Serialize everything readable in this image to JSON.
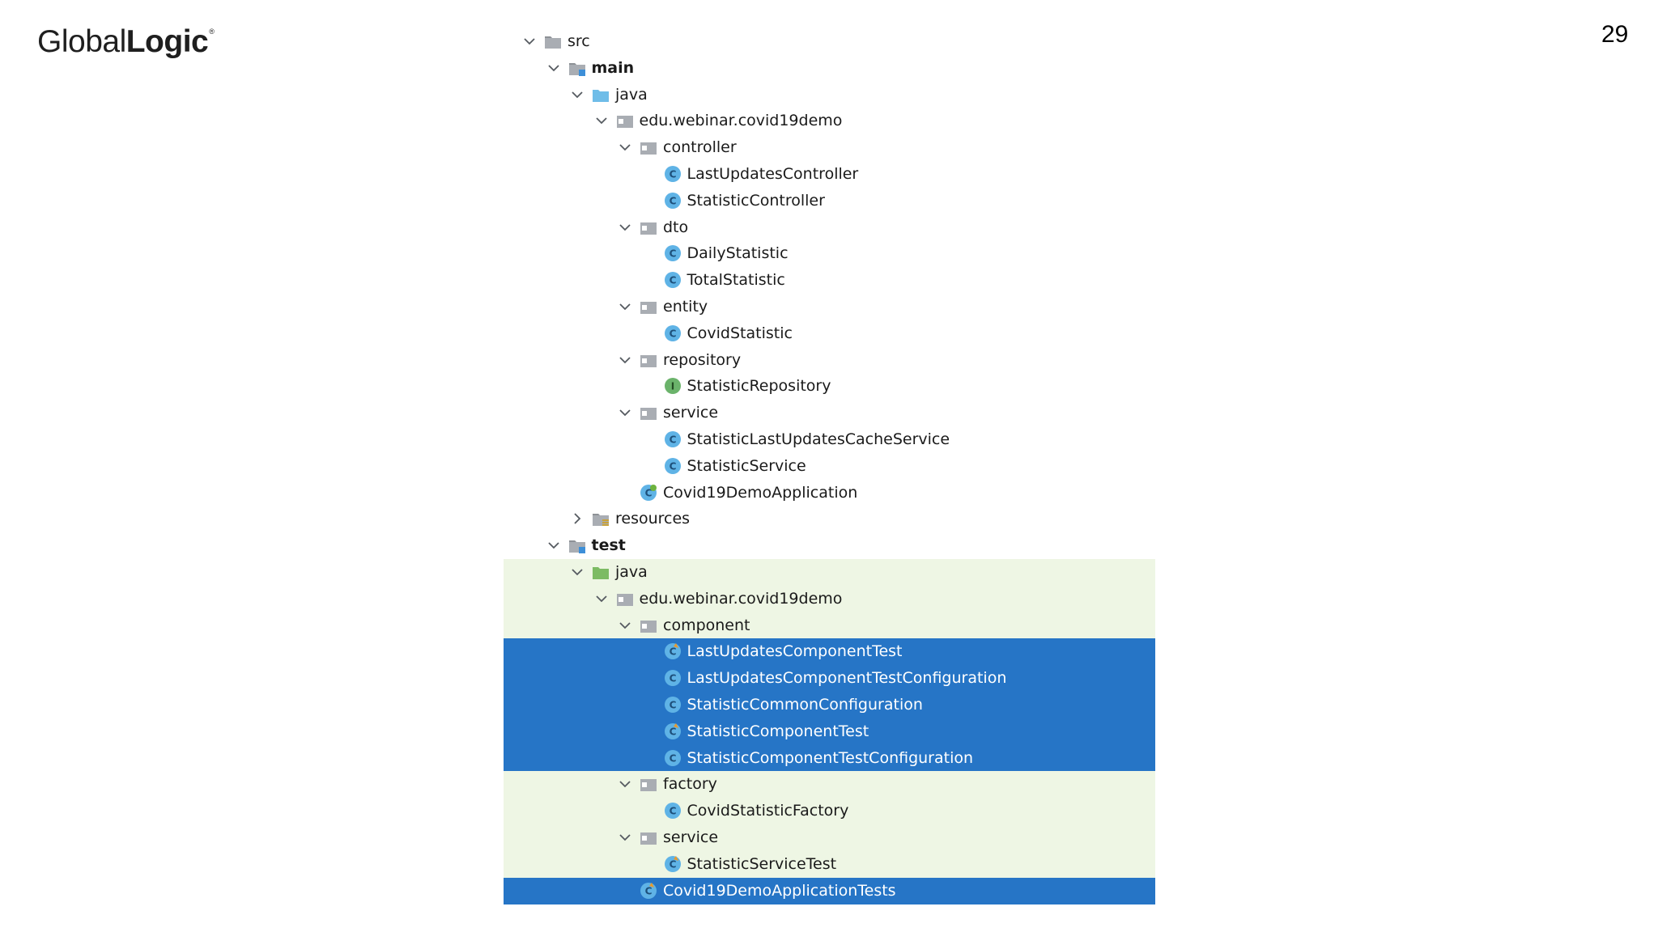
{
  "header": {
    "logo_part1": "Global",
    "logo_part2": "Logic",
    "page_number": "29"
  },
  "colors": {
    "selection": "#2675c6",
    "test_bg": "#eef6e4",
    "class_icon": "#5fb3e6",
    "interface_icon": "#6bb36b",
    "folder": "#a9adb3"
  },
  "tree": [
    {
      "label": "src",
      "depth": 0,
      "toggle": "expanded",
      "icon": "folder-icon",
      "bold": false,
      "bg": "none"
    },
    {
      "label": "main",
      "depth": 1,
      "toggle": "expanded",
      "icon": "source-root-folder-icon",
      "bold": true,
      "bg": "none"
    },
    {
      "label": "java",
      "depth": 2,
      "toggle": "expanded",
      "icon": "source-folder-icon",
      "bold": false,
      "bg": "none"
    },
    {
      "label": "edu.webinar.covid19demo",
      "depth": 3,
      "toggle": "expanded",
      "icon": "package-icon",
      "bold": false,
      "bg": "none"
    },
    {
      "label": "controller",
      "depth": 4,
      "toggle": "expanded",
      "icon": "package-icon",
      "bold": false,
      "bg": "none"
    },
    {
      "label": "LastUpdatesController",
      "depth": 5,
      "toggle": "none",
      "icon": "class-icon",
      "bold": false,
      "bg": "none"
    },
    {
      "label": "StatisticController",
      "depth": 5,
      "toggle": "none",
      "icon": "class-icon",
      "bold": false,
      "bg": "none"
    },
    {
      "label": "dto",
      "depth": 4,
      "toggle": "expanded",
      "icon": "package-icon",
      "bold": false,
      "bg": "none"
    },
    {
      "label": "DailyStatistic",
      "depth": 5,
      "toggle": "none",
      "icon": "class-icon",
      "bold": false,
      "bg": "none"
    },
    {
      "label": "TotalStatistic",
      "depth": 5,
      "toggle": "none",
      "icon": "class-icon",
      "bold": false,
      "bg": "none"
    },
    {
      "label": "entity",
      "depth": 4,
      "toggle": "expanded",
      "icon": "package-icon",
      "bold": false,
      "bg": "none"
    },
    {
      "label": "CovidStatistic",
      "depth": 5,
      "toggle": "none",
      "icon": "class-icon",
      "bold": false,
      "bg": "none"
    },
    {
      "label": "repository",
      "depth": 4,
      "toggle": "expanded",
      "icon": "package-icon",
      "bold": false,
      "bg": "none"
    },
    {
      "label": "StatisticRepository",
      "depth": 5,
      "toggle": "none",
      "icon": "interface-icon",
      "bold": false,
      "bg": "none"
    },
    {
      "label": "service",
      "depth": 4,
      "toggle": "expanded",
      "icon": "package-icon",
      "bold": false,
      "bg": "none"
    },
    {
      "label": "StatisticLastUpdatesCacheService",
      "depth": 5,
      "toggle": "none",
      "icon": "class-icon",
      "bold": false,
      "bg": "none"
    },
    {
      "label": "StatisticService",
      "depth": 5,
      "toggle": "none",
      "icon": "class-icon",
      "bold": false,
      "bg": "none"
    },
    {
      "label": "Covid19DemoApplication",
      "depth": 4,
      "toggle": "none",
      "icon": "spring-app-class-icon",
      "bold": false,
      "bg": "none"
    },
    {
      "label": "resources",
      "depth": 2,
      "toggle": "collapsed",
      "icon": "resources-folder-icon",
      "bold": false,
      "bg": "none"
    },
    {
      "label": "test",
      "depth": 1,
      "toggle": "expanded",
      "icon": "test-root-folder-icon",
      "bold": true,
      "bg": "none"
    },
    {
      "label": "java",
      "depth": 2,
      "toggle": "expanded",
      "icon": "test-source-folder-icon",
      "bold": false,
      "bg": "green"
    },
    {
      "label": "edu.webinar.covid19demo",
      "depth": 3,
      "toggle": "expanded",
      "icon": "package-icon",
      "bold": false,
      "bg": "green"
    },
    {
      "label": "component",
      "depth": 4,
      "toggle": "expanded",
      "icon": "package-icon",
      "bold": false,
      "bg": "green"
    },
    {
      "label": "LastUpdatesComponentTest",
      "depth": 5,
      "toggle": "none",
      "icon": "test-class-icon",
      "bold": false,
      "bg": "selected"
    },
    {
      "label": "LastUpdatesComponentTestConfiguration",
      "depth": 5,
      "toggle": "none",
      "icon": "class-icon",
      "bold": false,
      "bg": "selected"
    },
    {
      "label": "StatisticCommonConfiguration",
      "depth": 5,
      "toggle": "none",
      "icon": "class-icon",
      "bold": false,
      "bg": "selected"
    },
    {
      "label": "StatisticComponentTest",
      "depth": 5,
      "toggle": "none",
      "icon": "test-class-icon",
      "bold": false,
      "bg": "selected"
    },
    {
      "label": "StatisticComponentTestConfiguration",
      "depth": 5,
      "toggle": "none",
      "icon": "class-icon",
      "bold": false,
      "bg": "selected"
    },
    {
      "label": "factory",
      "depth": 4,
      "toggle": "expanded",
      "icon": "package-icon",
      "bold": false,
      "bg": "green"
    },
    {
      "label": "CovidStatisticFactory",
      "depth": 5,
      "toggle": "none",
      "icon": "class-icon",
      "bold": false,
      "bg": "green"
    },
    {
      "label": "service",
      "depth": 4,
      "toggle": "expanded",
      "icon": "package-icon",
      "bold": false,
      "bg": "green"
    },
    {
      "label": "StatisticServiceTest",
      "depth": 5,
      "toggle": "none",
      "icon": "test-class-icon",
      "bold": false,
      "bg": "green"
    },
    {
      "label": "Covid19DemoApplicationTests",
      "depth": 4,
      "toggle": "none",
      "icon": "test-class-icon",
      "bold": false,
      "bg": "selected"
    }
  ]
}
